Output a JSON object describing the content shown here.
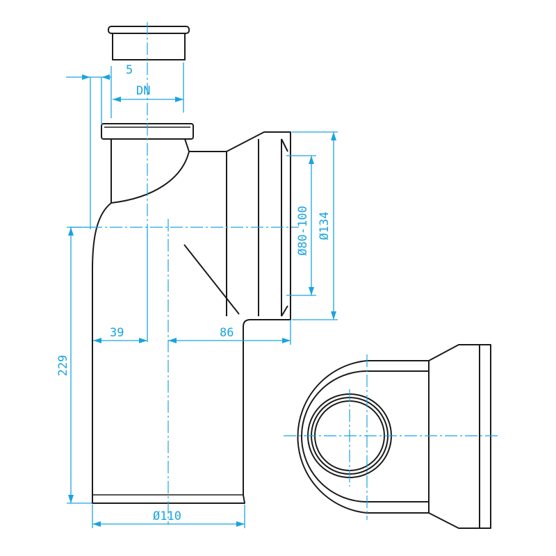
{
  "colors": {
    "dimension": "#1aa3e0",
    "outline": "#1a1a1a",
    "background": "#ffffff"
  },
  "dimensions": {
    "wall": "5",
    "nominal": "DN",
    "outlet_inner": "Ø80-100",
    "outlet_outer": "Ø134",
    "height": "229",
    "offset_left": "39",
    "offset_right": "86",
    "body_diameter": "Ø110"
  }
}
